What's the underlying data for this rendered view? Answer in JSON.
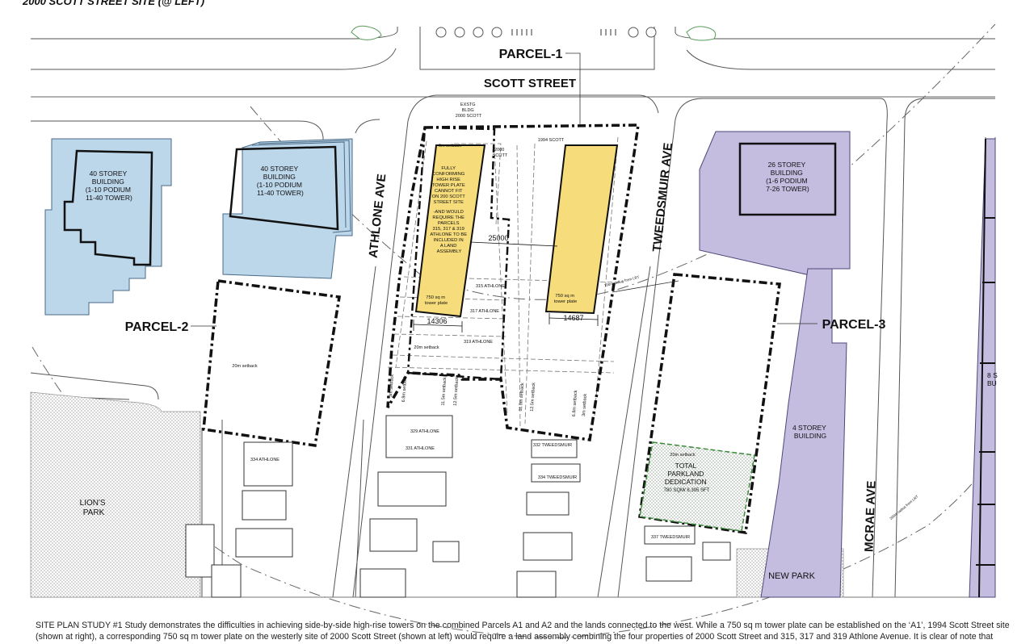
{
  "header": {
    "title": "2000 SCOTT STREET SITE (@ LEFT)"
  },
  "streets": {
    "scott": "SCOTT STREET",
    "athlone": "ATHLONE AVE",
    "tweedsmuir": "TWEEDSMUIR AVE",
    "mcrae": "MCRAE AVE"
  },
  "parcels": {
    "p1": "PARCEL-1",
    "p2": "PARCEL-2",
    "p3": "PARCEL-3"
  },
  "buildings": {
    "b40a": [
      "40 STOREY",
      "BUILDING",
      "(1-10 PODIUM",
      "11-40 TOWER)"
    ],
    "b40b": [
      "40 STOREY",
      "BUILDING",
      "(1-10 PODIUM",
      "11-40 TOWER)"
    ],
    "b26": [
      "26 STOREY",
      "BUILDING",
      "(1-6 PODIUM",
      "7-26 TOWER)"
    ],
    "b4": [
      "4 STOREY",
      "BUILDING"
    ],
    "exstg": [
      "EXSTG",
      "BLDG",
      "2000 SCOTT"
    ],
    "partial": [
      "8 S",
      "BU"
    ]
  },
  "tower_notes": [
    "FULLY",
    "CONFORMING",
    "HIGH RISE",
    "TOWER PLATE",
    "CANNOT FIT",
    "ON 200 SCOTT",
    "STREET SITE",
    "-AND WOULD",
    "REQUIRE THE",
    "PARCELS",
    "315, 317 & 319",
    "ATHLONE TO BE",
    "INCLUDED IN",
    "A LAND",
    "ASSEMBLY"
  ],
  "tower_plate": [
    "750 sq m",
    "tower plate"
  ],
  "dimensions": {
    "between": "25000",
    "left_width": "14306",
    "right_width": "14687"
  },
  "lots": {
    "l2000": [
      "2000",
      "SCOTT"
    ],
    "l1994": "1994 SCOTT",
    "a315": "315 ATHLONE",
    "a317": "317 ATHLONE",
    "a319": "319 ATHLONE",
    "a329": "329 ATHLONE",
    "a331": "331 ATHLONE",
    "a334": "334 ATHLONE",
    "t332": "332 TWEEDSMUIR",
    "t334": "334 TWEEDSMUIR",
    "t337": "337 TWEEDSMUIR"
  },
  "setbacks": {
    "s6": "6m setback",
    "s20a": "20m setback",
    "s20b": "20m setback",
    "s20c": "20m setback",
    "s3a": "3m setback",
    "s6b": "6.8m setback",
    "s11a": "11.5m setback",
    "s12a": "12.5m setback",
    "s11b": "11.5m setback",
    "s12b": "12.5m setback",
    "s6c": "6.8m setback",
    "s3b": "3m setback"
  },
  "radius": {
    "r1": "100m radius from LRT",
    "r2": "200m radius from LRT"
  },
  "parkland": [
    "TOTAL",
    "PARKLAND",
    "DEDICATION",
    "780 SQM/ 8,395 SFT"
  ],
  "parks": {
    "lions": [
      "LION'S",
      "PARK"
    ],
    "newpark": "NEW PARK"
  },
  "caption": {
    "line1": "SITE PLAN STUDY #1  Study demonstrates the difficulties in achieving side-by-side high-rise towers on the combined Parcels A1 and A2 and the lands connected to the west. While a 750 sq m tower plate can be established on the ‘A1’, 1994 Scott Street site",
    "line2": "(shown at right), a corresponding 750 sq m tower plate on the westerly site of 2000 Scott Street (shown at left) would require a land assembly combining the four properties of 2000 Scott Street and 315, 317 and 319 Athlone Avenue. It is clear of note that"
  },
  "colors": {
    "tower": "#f6dc7a",
    "blue_bldg": "#bcd6ea",
    "purple_bldg": "#c4bde0",
    "line": "#222222"
  }
}
